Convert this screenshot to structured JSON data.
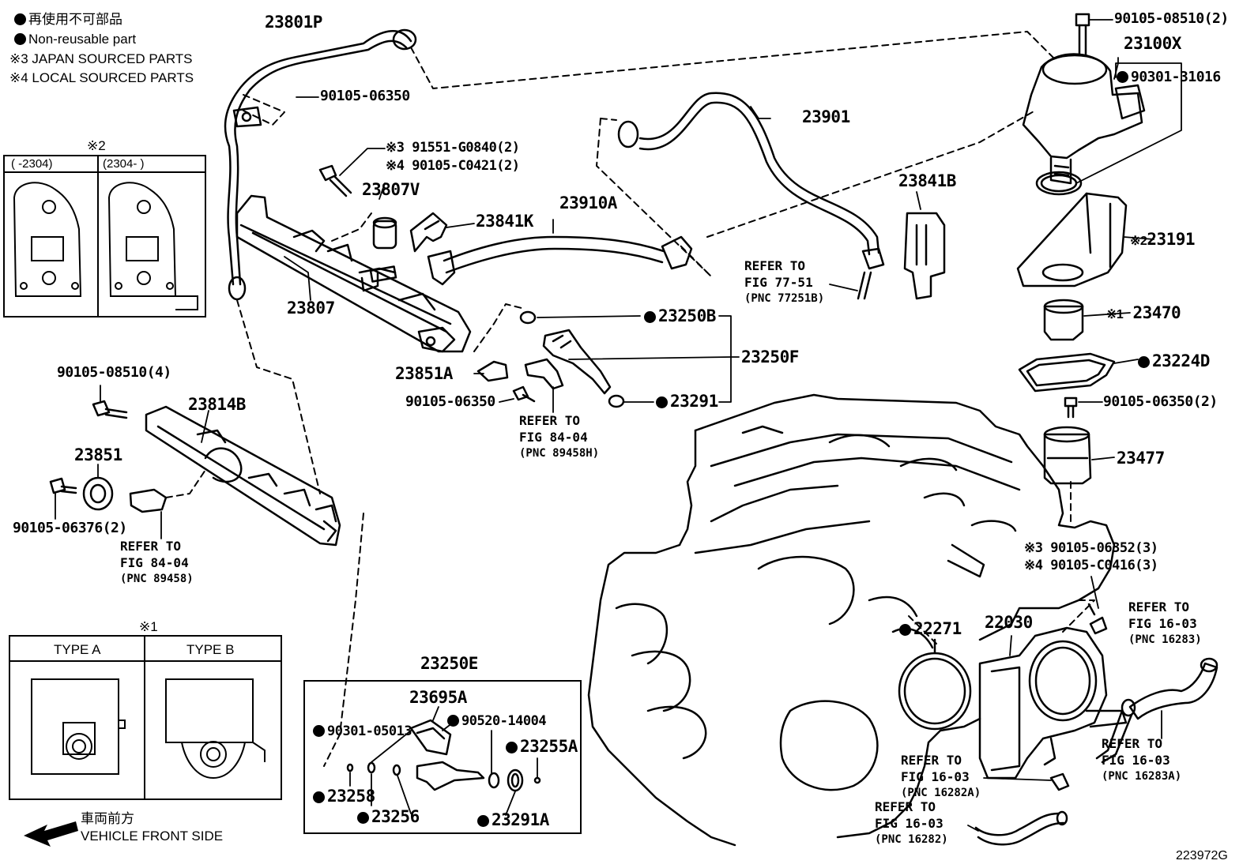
{
  "legend": {
    "non_reusable_jp": "再使用不可部品",
    "non_reusable_en": "Non-reusable part",
    "japan_sourced": "※3 JAPAN SOURCED PARTS",
    "local_sourced": "※4 LOCAL SOURCED PARTS"
  },
  "note2": {
    "mark": "※2",
    "col1": "(       -2304)",
    "col2": "(2304-       )"
  },
  "note1": {
    "mark": "※1",
    "type_a": "TYPE A",
    "type_b": "TYPE B"
  },
  "vehicle_front": {
    "jp": "車両前方",
    "en": "VEHICLE FRONT SIDE"
  },
  "figure_id": "223972G",
  "parts": {
    "p23801P": "23801P",
    "p90105_06350_top": "90105-06350",
    "p91551": "※3 91551-G0840(2)",
    "p90105_C0421": "※4 90105-C0421(2)",
    "p23807V": "23807V",
    "p23841K": "23841K",
    "p23910A": "23910A",
    "p23901": "23901",
    "p23841B": "23841B",
    "p23807": "23807",
    "p90105_08510_2": "90105-08510(2)",
    "p23100X": "23100X",
    "p90301_31016": "90301-31016",
    "p23191": "23191",
    "p23191_mark": "※2",
    "p23470": "23470",
    "p23470_mark": "※1",
    "p23224D": "23224D",
    "p90105_06350_2": "90105-06350(2)",
    "p23477": "23477",
    "p90105_06352": "※3 90105-06352(3)",
    "p90105_C0416": "※4 90105-C0416(3)",
    "p23250B": "23250B",
    "p23250F": "23250F",
    "p23291": "23291",
    "p23851A": "23851A",
    "p90105_06350_mid": "90105-06350",
    "p90105_08510_4": "90105-08510(4)",
    "p23814B": "23814B",
    "p23851": "23851",
    "p90105_06376": "90105-06376(2)",
    "p23250E": "23250E",
    "p23695A": "23695A",
    "p90301_05013": "90301-05013",
    "p90520_14004": "90520-14004",
    "p23255A": "23255A",
    "p23258": "23258",
    "p23256": "23256",
    "p23291A": "23291A",
    "p22271": "22271",
    "p22030": "22030"
  },
  "refs": {
    "r77_51": {
      "line1": "REFER TO",
      "line2": "FIG 77-51",
      "pnc": "(PNC 77251B)"
    },
    "r84_04_a": {
      "line1": "REFER TO",
      "line2": "FIG 84-04",
      "pnc": "(PNC 89458H)"
    },
    "r84_04_b": {
      "line1": "REFER TO",
      "line2": "FIG 84-04",
      "pnc": "(PNC 89458)"
    },
    "r16_03_a": {
      "line1": "REFER TO",
      "line2": "FIG 16-03",
      "pnc": "(PNC 16283)"
    },
    "r16_03_b": {
      "line1": "REFER TO",
      "line2": "FIG 16-03",
      "pnc": "(PNC 16283A)"
    },
    "r16_03_c": {
      "line1": "REFER TO",
      "line2": "FIG 16-03",
      "pnc": "(PNC 16282A)"
    },
    "r16_03_d": {
      "line1": "REFER TO",
      "line2": "FIG 16-03",
      "pnc": "(PNC 16282)"
    }
  }
}
